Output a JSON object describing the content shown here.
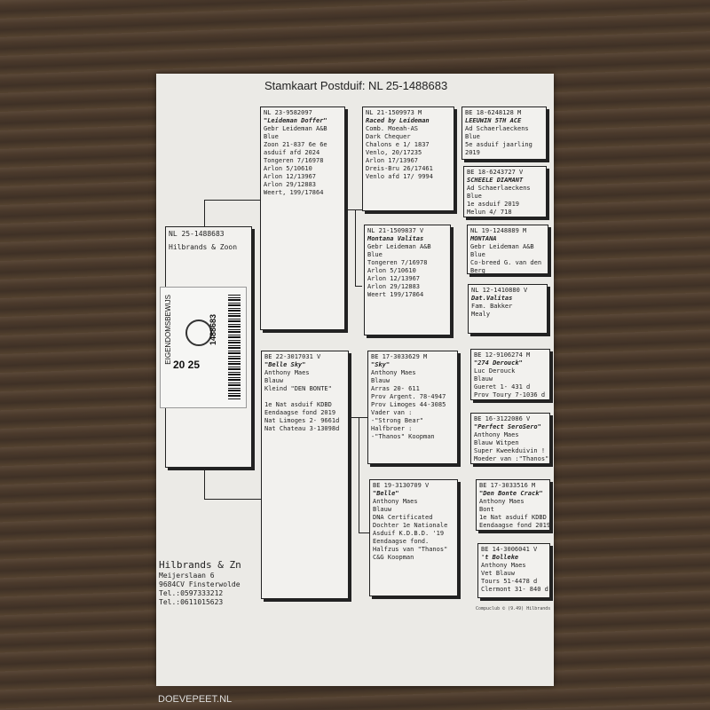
{
  "title": "Stamkaart Postduif: NL  25-1488683",
  "subject": {
    "ring": "NL  25-1488683",
    "owner": "Hilbrands & Zoon"
  },
  "ring_card": {
    "vertical_text": "EIGENDOMSBEWIJS",
    "year": "20 25",
    "number": "1488683"
  },
  "sire": {
    "ring": "NL  23-9582097",
    "name": "\"Leideman Doffer\"",
    "lines": [
      "Gebr Leideman A&B",
      "Blue",
      "Zoon 21-837 6e 6e",
      "asduif afd 2024",
      "Tongeren      7/16978",
      "Arlon         5/10610",
      "Arlon        12/13967",
      "Arlon        29/12883",
      "Weert,     199/17864"
    ]
  },
  "dam": {
    "ring": "BE  22-3017031 V",
    "name": "\"Belle Sky\"",
    "lines": [
      "Anthony Maes",
      "Blauw",
      "Kleind \"DEN BONTE\"",
      "",
      "1e Nat asduif KDBD",
      "Eendaagse fond 2019",
      "Nat Limoges 2-  9661d",
      "Nat Chateau 3-13098d"
    ]
  },
  "ss": {
    "ring": "NL  21-1509973 M",
    "name": "Raced by Leideman",
    "lines": [
      "Comb. Moeah-AS",
      "Dark Chequer",
      "Chalons e      1/ 1837",
      "Venlo,       20/17235",
      "Arlon        17/13967",
      "Dreis-Bru    26/17461",
      "Venlo afd    17/ 9994"
    ]
  },
  "sd": {
    "ring": "NL  21-1509837 V",
    "name": "Montana Valitas",
    "lines": [
      "Gebr Leideman A&B",
      "Blue",
      "Tongeren      7/16978",
      "Arlon         5/10610",
      "Arlon        12/13967",
      "Arlon        29/12883",
      "Weert       199/17864"
    ]
  },
  "ds": {
    "ring": "BE  17-3033629 M",
    "name": "\"Sky\"",
    "lines": [
      "Anthony Maes",
      "Blauw",
      "Arras         20- 611",
      "Prov Argent. 78-4947",
      "Prov Limoges 44-3085",
      "Vader van :",
      "-\"Strong Bear\"",
      "Halfbroer :",
      "-\"Thanos\" Koopman"
    ]
  },
  "dd": {
    "ring": "BE  19-3130709 V",
    "name": "\"Belle\"",
    "lines": [
      "Anthony Maes",
      "Blauw",
      "DNA Certificated",
      "Dochter 1e Nationale",
      "Asduif K.D.B.D. '19",
      "Eendaagse fond.",
      "Halfzus van \"Thanos\"",
      "C&G Koopman"
    ]
  },
  "sss": {
    "ring": "BE  18-6248128 M",
    "name": "LEEUWIN 5TH ACE",
    "lines": [
      "Ad Schaerlaeckens",
      "Blue",
      "5e asduif jaarling",
      "2019"
    ]
  },
  "ssd": {
    "ring": "BE  18-6243727 V",
    "name": "SCHEELE DIAMANT",
    "lines": [
      "Ad Schaerlaeckens",
      "Blue",
      "1e asduif 2019",
      "Melun        4/  718"
    ]
  },
  "sds": {
    "ring": "NL  19-1248889 M",
    "name": "MONTANA",
    "lines": [
      "Gebr Leideman A&B",
      "Blue",
      "Co-breed G. van den",
      "Berg"
    ]
  },
  "sdd": {
    "ring": "NL  12-1410880 V",
    "name": "Dat.Valitas",
    "lines": [
      "Fam. Bakker",
      "Mealy"
    ]
  },
  "dss": {
    "ring": "BE  12-9106274 M",
    "name": "\"274 Derouck\"",
    "lines": [
      "Luc Derouck",
      "Blauw",
      "Gueret      1- 431 d",
      "Prov Toury  7-1036 d"
    ]
  },
  "dsd": {
    "ring": "BE  16-3122086 V",
    "name": "\"Perfect SeroSero\"",
    "lines": [
      "Anthony Maes",
      "Blauw Witpen",
      "Super Kweekduivin !",
      "Moeder van :\"Thanos\""
    ]
  },
  "dds": {
    "ring": "BE  17-3033516 M",
    "name": "\"Den Bonte Crack\"",
    "lines": [
      "Anthony Maes",
      "Bont",
      "1e Nat asduif KDBD",
      "Eendaagse fond 2019"
    ]
  },
  "ddd": {
    "ring": "BE  14-3006041 V",
    "name": "'t Bolleke",
    "lines": [
      "Anthony Maes",
      "Vet Blauw",
      "Tours        51-4478 d",
      "Clermont  31- 840 d"
    ]
  },
  "footer": {
    "name": "Hilbrands & Zn",
    "address": "Meijerslaan 6",
    "city": "9684CV  Finsterwolde",
    "tel1": "Tel.:0597333212",
    "tel2": "Tel.:0611015623"
  },
  "compuclub": "Compuclub © (9.49)  Hilbrands",
  "watermark": "DOEVEPEET.NL"
}
